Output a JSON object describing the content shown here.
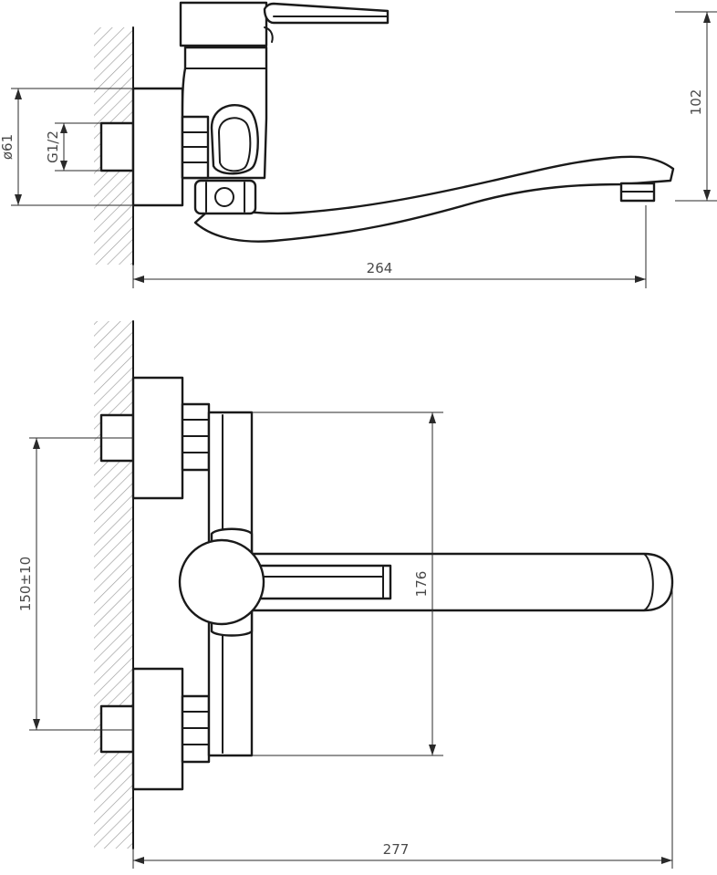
{
  "dimensions": {
    "side_height": "102",
    "side_length": "264",
    "body_diameter": "ø61",
    "thread": "G1/2",
    "front_width": "176",
    "center_spacing": "150±10",
    "front_length": "277"
  }
}
